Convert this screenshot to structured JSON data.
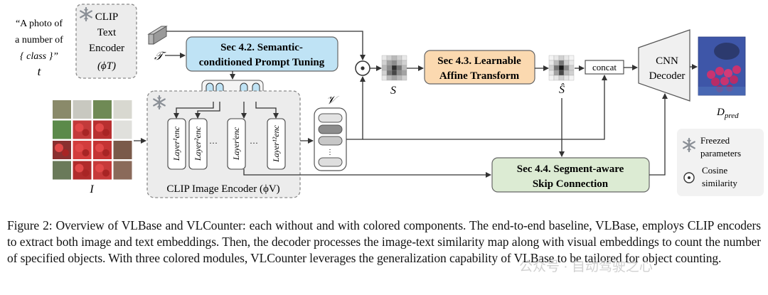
{
  "diagram": {
    "prompt": {
      "line1": "“A photo of",
      "line2": "a number of",
      "line3": "{ class }”",
      "symbol": "t"
    },
    "text_encoder": {
      "line1": "CLIP",
      "line2": "Text",
      "line3": "Encoder",
      "symbol": "(ϕT)"
    },
    "prompt_tuning": {
      "line1": "Sec 4.2. Semantic-",
      "line2": "conditioned Prompt Tuning"
    },
    "text_symbol": "𝒯",
    "image_symbol": "I",
    "image_encoder": {
      "label": "CLIP  Image Encoder (ϕV)",
      "layers": [
        "Layer¹enc",
        "Layer²enc",
        "Layerˡenc",
        "Layer¹²enc"
      ],
      "dots": "···"
    },
    "visual_symbol": "𝒱",
    "similarity_symbol": "S",
    "affine": {
      "line1": "Sec 4.3. Learnable",
      "line2": "Affine Transform"
    },
    "refined_symbol": "Ŝ",
    "concat": "concat",
    "decoder": {
      "line1": "CNN",
      "line2": "Decoder"
    },
    "pred_symbol": "Dpred",
    "skip": {
      "line1": "Sec 4.4. Segment-aware",
      "line2": "Skip Connection"
    },
    "legend": {
      "freeze_line1": "Freezed",
      "freeze_line2": "parameters",
      "cos_line1": "Cosine",
      "cos_line2": "similarity"
    },
    "colors": {
      "semantic": "#bfe3f5",
      "affine": "#fbd9b0",
      "skip": "#dcebd3",
      "encoder_bg": "#ececec",
      "decoder": "#f0f0f0"
    }
  },
  "caption": "Figure 2: Overview of VLBase and VLCounter: each without and with colored components. The end-to-end baseline, VLBase, employs CLIP encoders to extract both image and text embeddings. Then, the decoder processes the image-text similarity map along with visual embeddings to count the number of specified objects. With three colored modules, VLCounter leverages the generalization capability of VLBase to be tailored for object counting.",
  "watermark": "公众号 · 自动驾驶之心"
}
